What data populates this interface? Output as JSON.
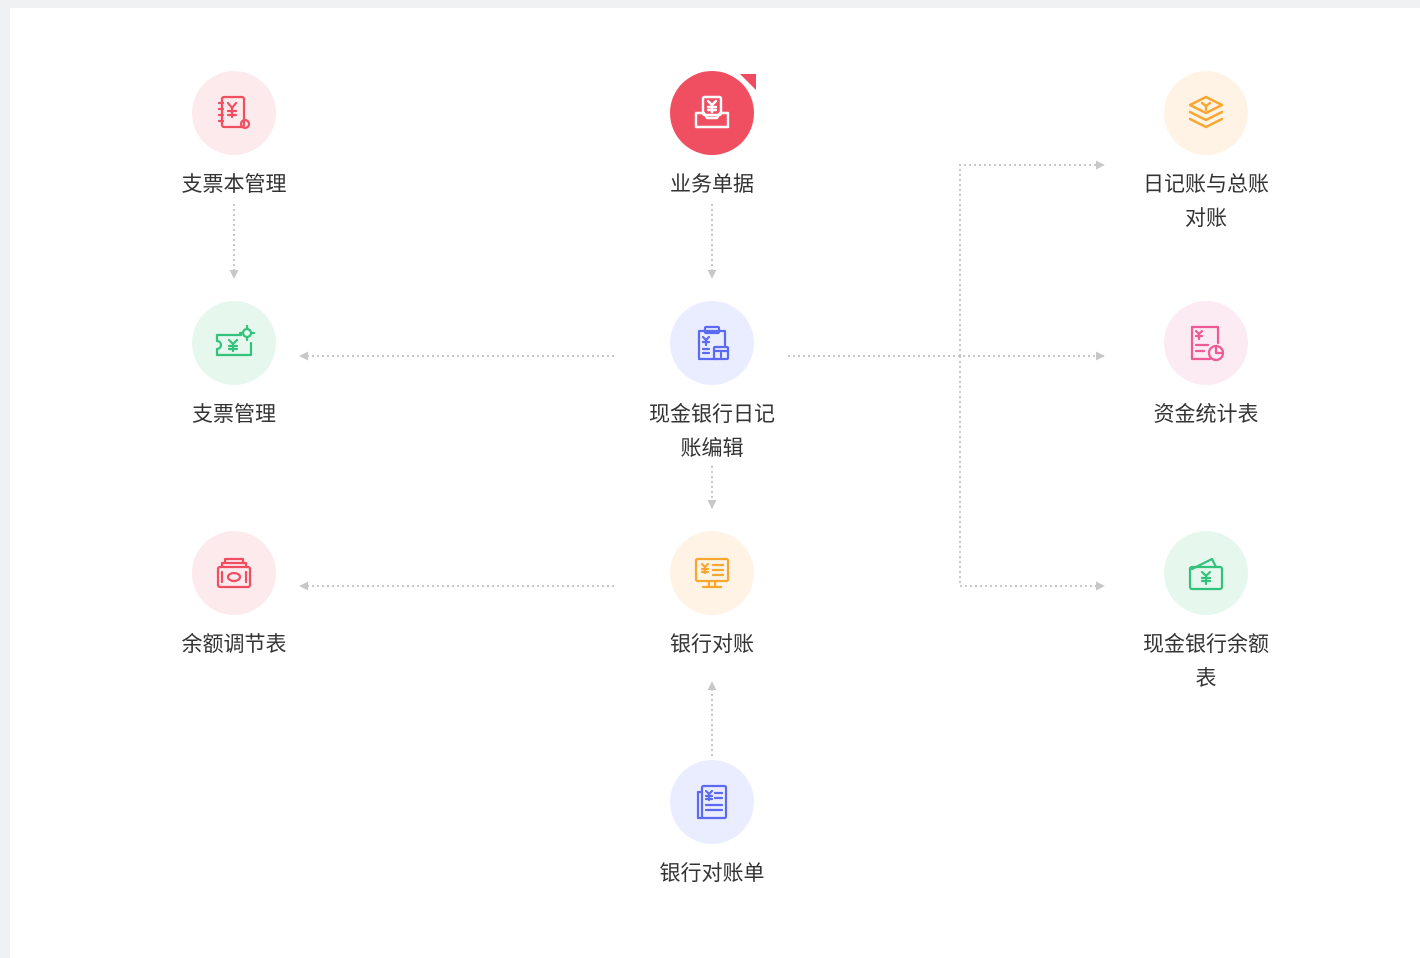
{
  "flow": {
    "nodes": [
      {
        "id": "cheque-book",
        "label": "支票本管理",
        "icon": "cheque-book-icon",
        "bg": "#fdeaec",
        "fg": "#f04e61"
      },
      {
        "id": "business-document",
        "label": "业务单据",
        "icon": "business-document-icon",
        "bg": "#f04e61",
        "fg": "#ffffff",
        "active": true
      },
      {
        "id": "ledger-reconcile",
        "label": "日记账与总账\n对账",
        "icon": "layers-icon",
        "bg": "#fff3e6",
        "fg": "#f7a72f"
      },
      {
        "id": "cheque",
        "label": "支票管理",
        "icon": "cheque-icon",
        "bg": "#e6f7ee",
        "fg": "#33c27c"
      },
      {
        "id": "cash-journal",
        "label": "现金银行日记\n账编辑",
        "icon": "journal-calendar-icon",
        "bg": "#eaedff",
        "fg": "#5b6af0"
      },
      {
        "id": "fund-stats",
        "label": "资金统计表",
        "icon": "stats-report-icon",
        "bg": "#fdebf3",
        "fg": "#ee5a93"
      },
      {
        "id": "balance-adjust",
        "label": "余额调节表",
        "icon": "cash-box-icon",
        "bg": "#fdeaec",
        "fg": "#f04e61"
      },
      {
        "id": "bank-reconcile",
        "label": "银行对账",
        "icon": "monitor-icon",
        "bg": "#fff3e6",
        "fg": "#f7a72f"
      },
      {
        "id": "cash-balance",
        "label": "现金银行余额\n表",
        "icon": "wallet-icon",
        "bg": "#e6f7ee",
        "fg": "#33c27c"
      },
      {
        "id": "bank-statement",
        "label": "银行对账单",
        "icon": "statement-icon",
        "bg": "#eaedff",
        "fg": "#5b6af0"
      }
    ]
  },
  "colors": {
    "connector": "#c8c8c8",
    "label": "#333333",
    "page": "#f0f1f3"
  }
}
